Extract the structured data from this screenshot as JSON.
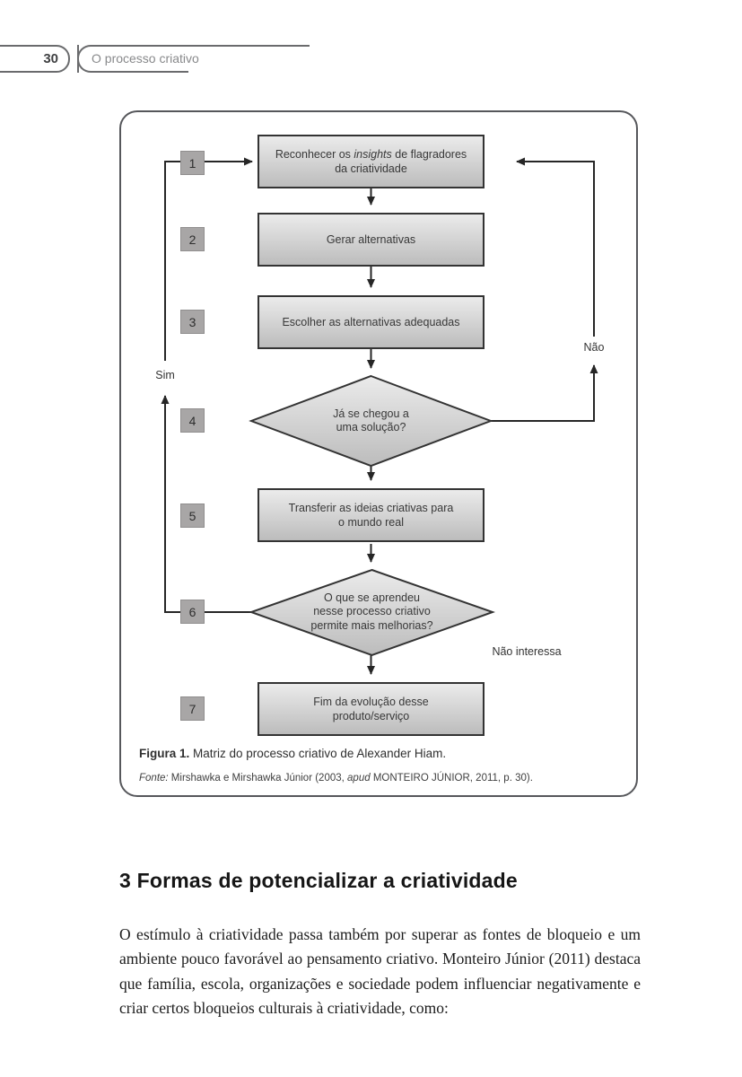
{
  "header": {
    "page_number": "30",
    "section_title": "O processo criativo"
  },
  "flowchart": {
    "badges": [
      "1",
      "2",
      "3",
      "4",
      "5",
      "6",
      "7"
    ],
    "box1_line1_pre": "Reconhecer os ",
    "box1_line1_italic": "insights",
    "box1_line1_post": " de flagradores",
    "box1_line2": "da criatividade",
    "box2": "Gerar alternativas",
    "box3": "Escolher as alternativas adequadas",
    "diamond4_line1": "Já se chegou a",
    "diamond4_line2": "uma solução?",
    "box5_line1": "Transferir as ideias criativas para",
    "box5_line2": "o mundo real",
    "diamond6_line1": "O que se aprendeu",
    "diamond6_line2": "nesse processo criativo",
    "diamond6_line3": "permite mais melhorias?",
    "box7_line1": "Fim da evolução desse",
    "box7_line2": "produto/serviço",
    "label_sim": "Sim",
    "label_nao": "Não",
    "label_nao_interessa": "Não interessa"
  },
  "caption": {
    "label": "Figura 1.",
    "text": " Matriz do processo criativo de Alexander Hiam."
  },
  "source": {
    "label": "Fonte:",
    "text_before_apud": " Mirshawka e Mirshawka Júnior (2003, ",
    "apud": "apud",
    "text_after_apud": " MONTEIRO JÚNIOR, 2011, p. 30)."
  },
  "section": {
    "heading": "3 Formas de potencializar a criatividade",
    "paragraph": "O estímulo à criatividade passa também por superar as fontes de bloqueio e um ambiente pouco favorável ao pensamento criativo. Monteiro Júnior (2011) destaca que família, escola, organizações e sociedade podem influenciar negativamente e criar certos bloqueios culturais à criatividade, como:"
  },
  "palette": {
    "figure_border": "#56575b",
    "shape_border": "#333333",
    "shape_fill_top": "#ebebeb",
    "shape_fill_bottom": "#bcbcbc",
    "badge_background": "#a8a6a6",
    "connector_line": "#262626",
    "header_border": "#6a6b6d",
    "header_title_text": "#88898b"
  }
}
